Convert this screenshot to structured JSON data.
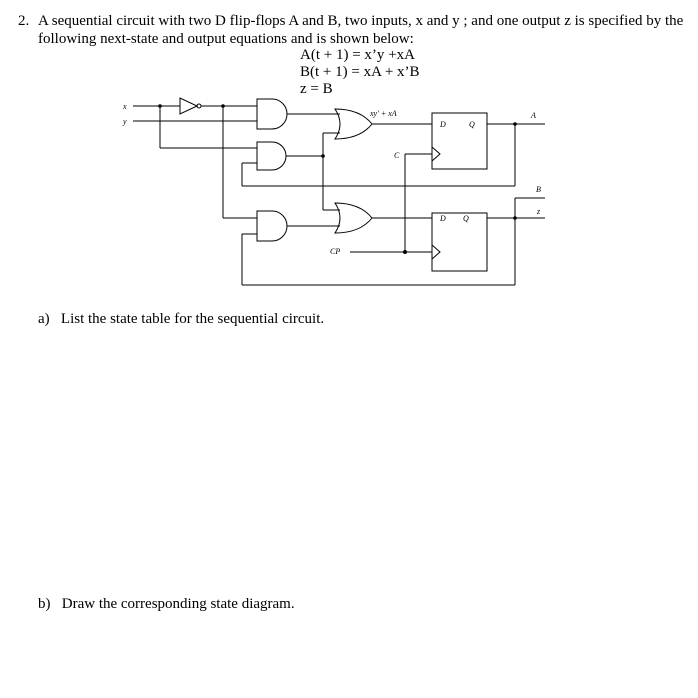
{
  "question": {
    "number": "2.",
    "line1": "A sequential circuit with two D flip-flops A and B, two inputs, x and y ; and one output z is specified by the",
    "line2": "following next-state and output equations and is shown below:"
  },
  "equations": [
    "A(t + 1) = x’y +xA",
    "B(t + 1) = xA + x’B",
    "z = B"
  ],
  "circuit": {
    "input_x": "x",
    "input_y": "y",
    "or_label": "xy' + xA",
    "clock_c": "C",
    "clock_cp": "CP",
    "ff_d": "D",
    "ff_q": "Q",
    "out_a": "A",
    "out_b": "B",
    "out_z": "z"
  },
  "parts": [
    {
      "marker": "a)",
      "text": "List the state table for the sequential circuit."
    },
    {
      "marker": "b)",
      "text": "Draw the corresponding state diagram."
    }
  ]
}
